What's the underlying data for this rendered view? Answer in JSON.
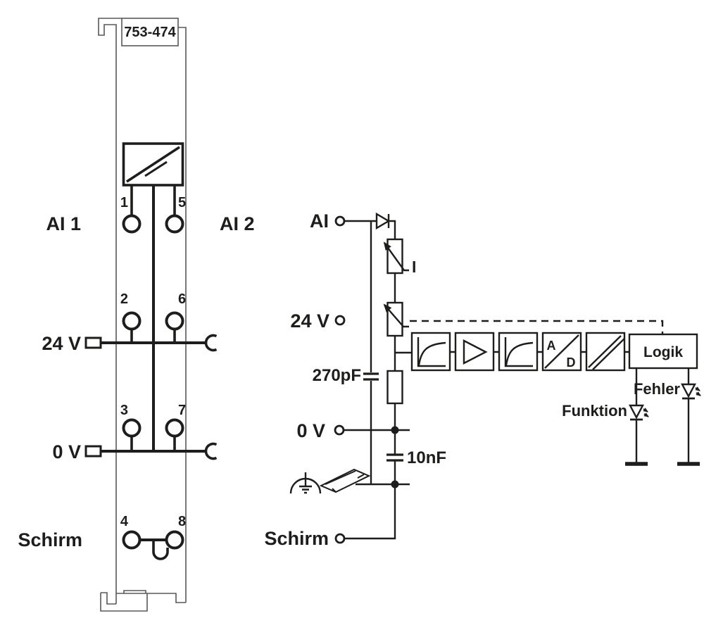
{
  "module": {
    "part_number": "753-474",
    "ai1": "AI 1",
    "ai2": "AI 2",
    "v24": "24 V",
    "v0": "0 V",
    "schirm": "Schirm",
    "terminals": [
      "1",
      "2",
      "3",
      "4",
      "5",
      "6",
      "7",
      "8"
    ]
  },
  "circuit": {
    "ai": "AI",
    "v24": "24 V",
    "v0": "0 V",
    "schirm": "Schirm",
    "c270": "270pF",
    "c10n": "10nF",
    "current": "I",
    "ad_a": "A",
    "ad_d": "D",
    "logik": "Logik",
    "fehler": "Fehler",
    "funktion": "Funktion"
  },
  "colors": {
    "line": "#1d1d1b",
    "outline": "#58585a",
    "background": "#ffffff"
  }
}
